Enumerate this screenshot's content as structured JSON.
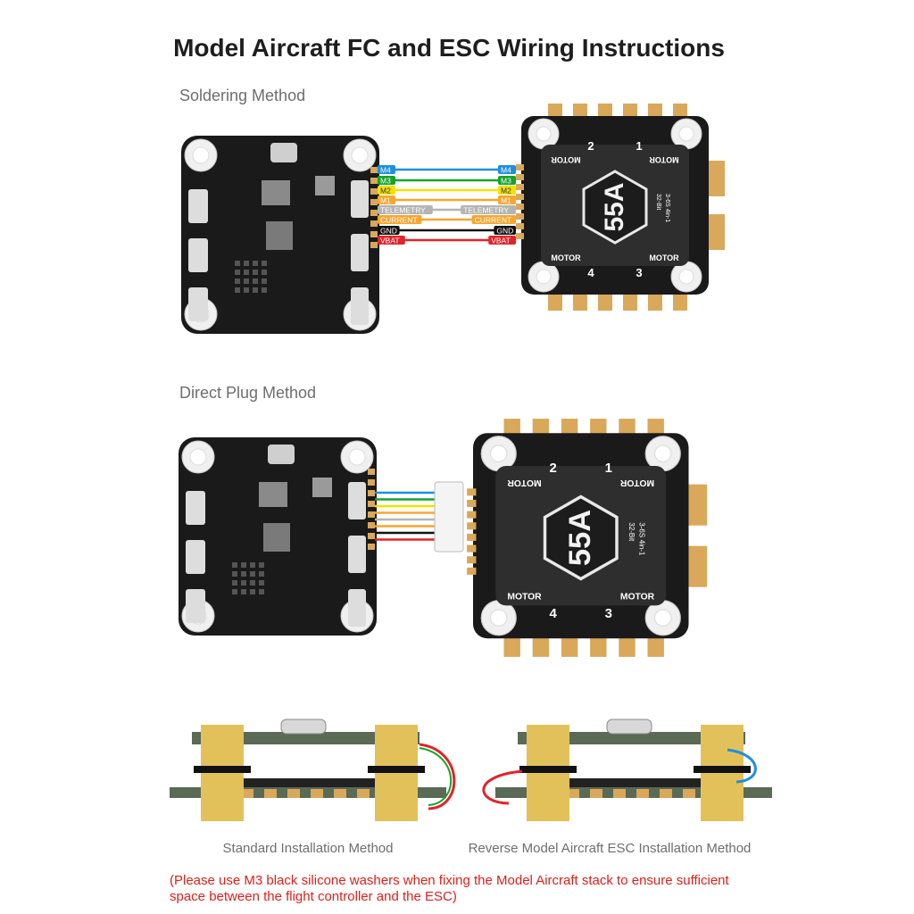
{
  "title": "Model Aircraft FC and ESC Wiring Instructions",
  "sections": {
    "soldering": "Soldering Method",
    "direct_plug": "Direct Plug Method"
  },
  "wires": [
    {
      "label": "M4",
      "color": "#1e8fe0"
    },
    {
      "label": "M3",
      "color": "#16a32c"
    },
    {
      "label": "M2",
      "color": "#f2e200"
    },
    {
      "label": "M1",
      "color": "#f7a630"
    },
    {
      "label": "TELEMETRY",
      "color": "#b4b4b4"
    },
    {
      "label": "CURRENT",
      "color": "#f7a630"
    },
    {
      "label": "GND",
      "color": "#111111"
    },
    {
      "label": "VBAT",
      "color": "#e0242a"
    }
  ],
  "esc": {
    "rating": "55A",
    "motor_label": "MOTOR",
    "motor_numbers": [
      "1",
      "2",
      "3",
      "4"
    ],
    "spec": "3-6S 4in-1",
    "bits": "32-Bit"
  },
  "captions": {
    "standard": "Standard Installation Method",
    "reverse": "Reverse Model Aircraft ESC Installation Method"
  },
  "note": "(Please use M3 black silicone washers when fixing the Model Aircraft stack to ensure sufficient space between the flight controller and the ESC)",
  "colors": {
    "note": "#e0201a",
    "pcb": "#1a1a1a",
    "gold": "#d9a85a",
    "standoff": "#e3c15a"
  }
}
